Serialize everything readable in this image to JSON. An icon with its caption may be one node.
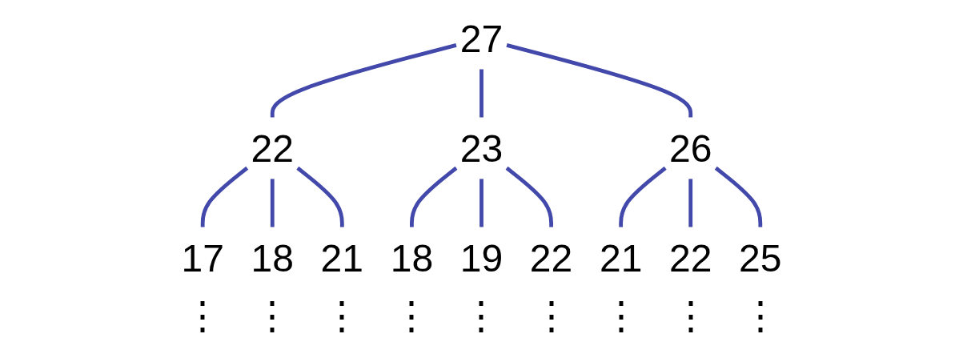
{
  "diagram": {
    "nodes": [
      {
        "text": [
          "27"
        ]
      },
      {
        "text": [
          "22"
        ]
      },
      {
        "text": [
          "23"
        ]
      },
      {
        "text": [
          "26"
        ]
      },
      {
        "text": [
          "17"
        ],
        "beside": [
          "⋮"
        ]
      },
      {
        "text": [
          "18"
        ],
        "beside": [
          "⋮"
        ]
      },
      {
        "text": [
          "21"
        ],
        "beside": [
          "⋮"
        ]
      },
      {
        "text": [
          "18"
        ],
        "beside": [
          "⋮"
        ]
      },
      {
        "text": [
          "19"
        ],
        "beside": [
          "⋮"
        ]
      },
      {
        "text": [
          "22"
        ],
        "beside": [
          "⋮"
        ]
      },
      {
        "text": [
          "21"
        ],
        "beside": [
          "⋮"
        ]
      },
      {
        "text": [
          "22"
        ],
        "beside": [
          "⋮"
        ]
      },
      {
        "text": [
          "25"
        ],
        "beside": [
          "⋮"
        ]
      }
    ],
    "edges": [
      {
        "from": 0,
        "to": 1,
        "arrow": "none"
      },
      {
        "from": 0,
        "to": 2,
        "arrow": "none"
      },
      {
        "from": 0,
        "to": 3,
        "arrow": "none"
      },
      {
        "from": 1,
        "to": 4,
        "arrow": "none"
      },
      {
        "from": 1,
        "to": 5,
        "arrow": "none"
      },
      {
        "from": 1,
        "to": 6,
        "arrow": "none"
      },
      {
        "from": 2,
        "to": 7,
        "arrow": "none"
      },
      {
        "from": 2,
        "to": 8,
        "arrow": "none"
      },
      {
        "from": 2,
        "to": 9,
        "arrow": "none"
      },
      {
        "from": 3,
        "to": 10,
        "arrow": "none"
      },
      {
        "from": 3,
        "to": 11,
        "arrow": "none"
      },
      {
        "from": 3,
        "to": 12,
        "arrow": "none"
      }
    ]
  }
}
